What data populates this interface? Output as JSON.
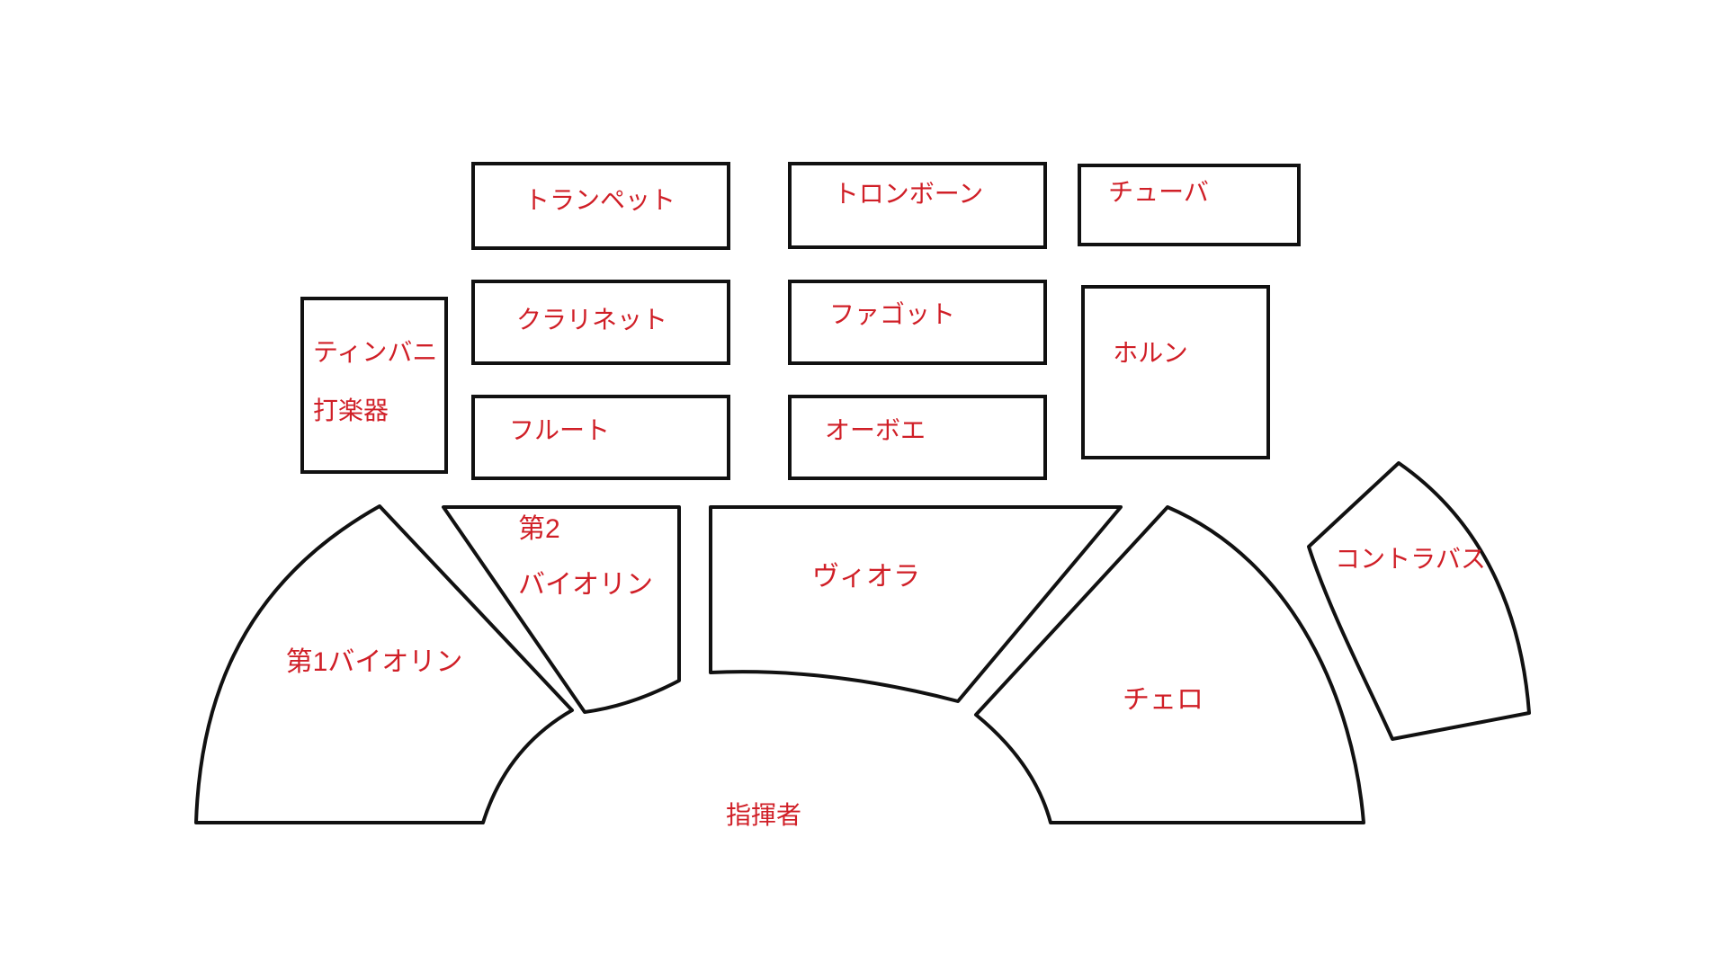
{
  "colors": {
    "label_red": "#d01f27",
    "outline_black": "#111111",
    "background": "#ffffff"
  },
  "boxes": {
    "trumpet": {
      "label": "トランペット"
    },
    "trombone": {
      "label": "トロンボーン"
    },
    "tuba": {
      "label": "チューバ"
    },
    "clarinet": {
      "label": "クラリネット"
    },
    "bassoon": {
      "label": "ファゴット"
    },
    "horn": {
      "label": "ホルン"
    },
    "timpani": {
      "line1": "ティンバニ",
      "line2": "打楽器"
    },
    "flute": {
      "label": "フルート"
    },
    "oboe": {
      "label": "オーボエ"
    }
  },
  "sections": {
    "first_violin": {
      "label": "第1バイオリン"
    },
    "second_violin": {
      "line1": "第2",
      "line2": "バイオリン"
    },
    "viola": {
      "label": "ヴィオラ"
    },
    "cello": {
      "label": "チェロ"
    },
    "contrabass": {
      "label": "コントラバス"
    },
    "conductor": {
      "label": "指揮者"
    }
  }
}
